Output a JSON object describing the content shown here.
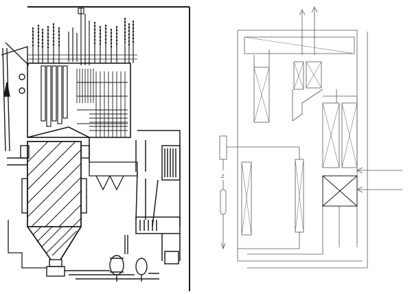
{
  "figure": {
    "left_panel": {
      "name": "boiler-elevation-drawing"
    },
    "right_panel": {
      "name": "boiler-flow-schematic",
      "labels": {
        "side_unit_mark": "Z"
      }
    }
  },
  "colors": {
    "ink": "#1a1a1a",
    "line": "#555555",
    "background": "#ffffff"
  }
}
